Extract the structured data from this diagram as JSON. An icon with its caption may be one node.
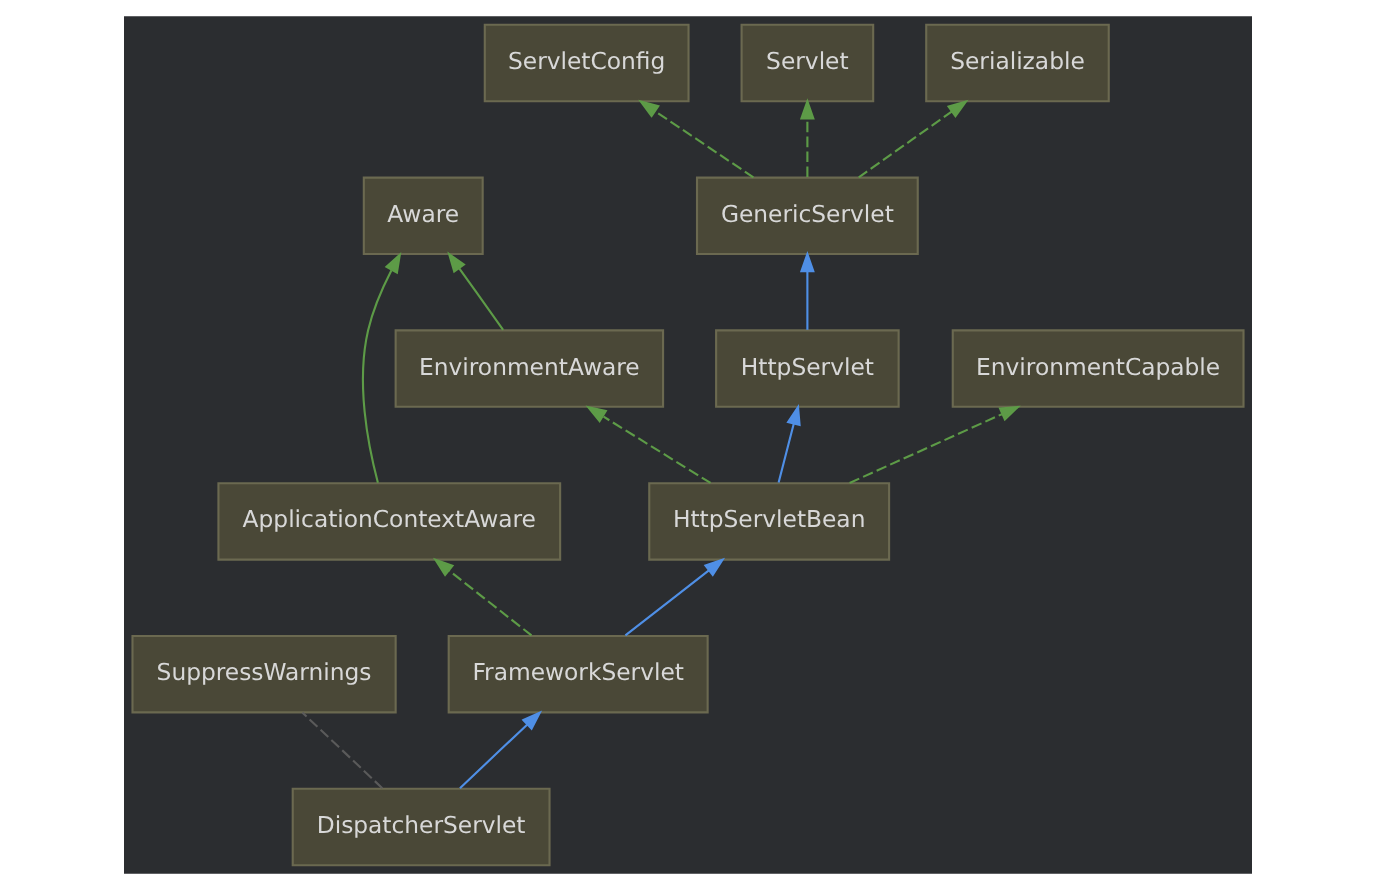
{
  "diagram": {
    "nodes": [
      {
        "text": [
          "ServletConfig"
        ]
      },
      {
        "text": [
          "Servlet"
        ]
      },
      {
        "text": [
          "Serializable"
        ]
      },
      {
        "text": [
          "Aware"
        ]
      },
      {
        "text": [
          "GenericServlet"
        ]
      },
      {
        "text": [
          "ApplicationContextAware"
        ]
      },
      {
        "text": [
          "EnvironmentAware"
        ]
      },
      {
        "text": [
          "HttpServlet"
        ]
      },
      {
        "text": [
          "EnvironmentCapable"
        ]
      },
      {
        "text": [
          "HttpServletBean"
        ]
      },
      {
        "text": [
          "SuppressWarnings"
        ]
      },
      {
        "text": [
          "FrameworkServlet"
        ]
      },
      {
        "text": [
          "DispatcherServlet"
        ]
      }
    ],
    "edges": [
      {
        "from": 4,
        "to": 0,
        "arrow": "to",
        "style": "dashed"
      },
      {
        "from": 4,
        "to": 1,
        "arrow": "to",
        "style": "dashed"
      },
      {
        "from": 4,
        "to": 2,
        "arrow": "to",
        "style": "dashed"
      },
      {
        "from": 5,
        "to": 3,
        "arrow": "to"
      },
      {
        "from": 6,
        "to": 3,
        "arrow": "to"
      },
      {
        "from": 7,
        "to": 4,
        "arrow": "to",
        "color": "#4f8fe6"
      },
      {
        "from": 9,
        "to": 6,
        "arrow": "to",
        "style": "dashed"
      },
      {
        "from": 9,
        "to": 7,
        "arrow": "to",
        "color": "#4f8fe6"
      },
      {
        "from": 9,
        "to": 8,
        "arrow": "to",
        "style": "dashed"
      },
      {
        "from": 11,
        "to": 5,
        "arrow": "to",
        "style": "dashed"
      },
      {
        "from": 11,
        "to": 9,
        "arrow": "to",
        "color": "#4f8fe6"
      },
      {
        "from": 12,
        "to": 11,
        "arrow": "to",
        "color": "#4f8fe6"
      },
      {
        "from": 12,
        "to": 10,
        "arrow": "none",
        "style": "dashed",
        "color": "#5a5a5a"
      }
    ]
  }
}
